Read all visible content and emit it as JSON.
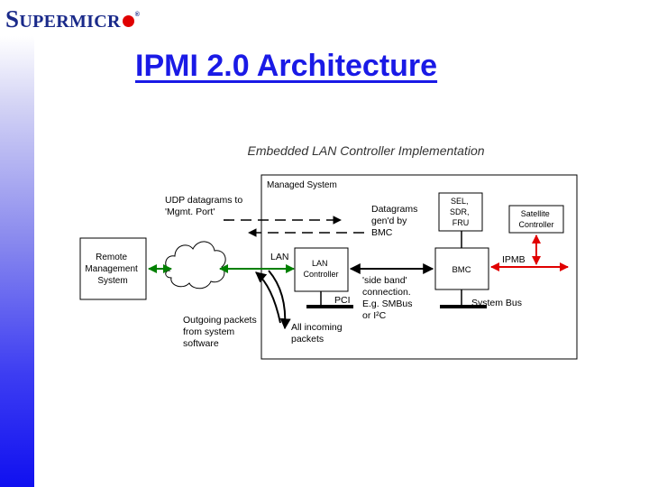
{
  "logo": {
    "first_letter": "S",
    "rest": "UPERMICR",
    "reg": "®"
  },
  "slide": {
    "title": "IPMI 2.0 Architecture"
  },
  "diagram": {
    "caption": "Embedded LAN Controller Implementation",
    "managed_system": "Managed System",
    "remote": [
      "Remote",
      "Management",
      "System"
    ],
    "lan_controller": [
      "LAN",
      "Controller"
    ],
    "bmc": "BMC",
    "sel": [
      "SEL,",
      "SDR,",
      "FRU"
    ],
    "satellite": [
      "Satellite",
      "Controller"
    ],
    "udp": [
      "UDP datagrams to",
      "'Mgmt. Port'"
    ],
    "datagrams": [
      "Datagrams",
      "gen'd by",
      "BMC"
    ],
    "lan": "LAN",
    "side_band": [
      "'side band'",
      "connection.",
      "E.g. SMBus",
      "or I²C"
    ],
    "pci": "PCI",
    "system_bus": "System Bus",
    "ipmb": "IPMB",
    "outgoing": [
      "Outgoing packets",
      "from system",
      "software"
    ],
    "incoming": [
      "All incoming",
      "packets"
    ]
  },
  "colors": {
    "title": "#1a1ae6",
    "green_arrow": "#008000",
    "red_arrow": "#e00000",
    "logo": "#1a2a8a"
  }
}
